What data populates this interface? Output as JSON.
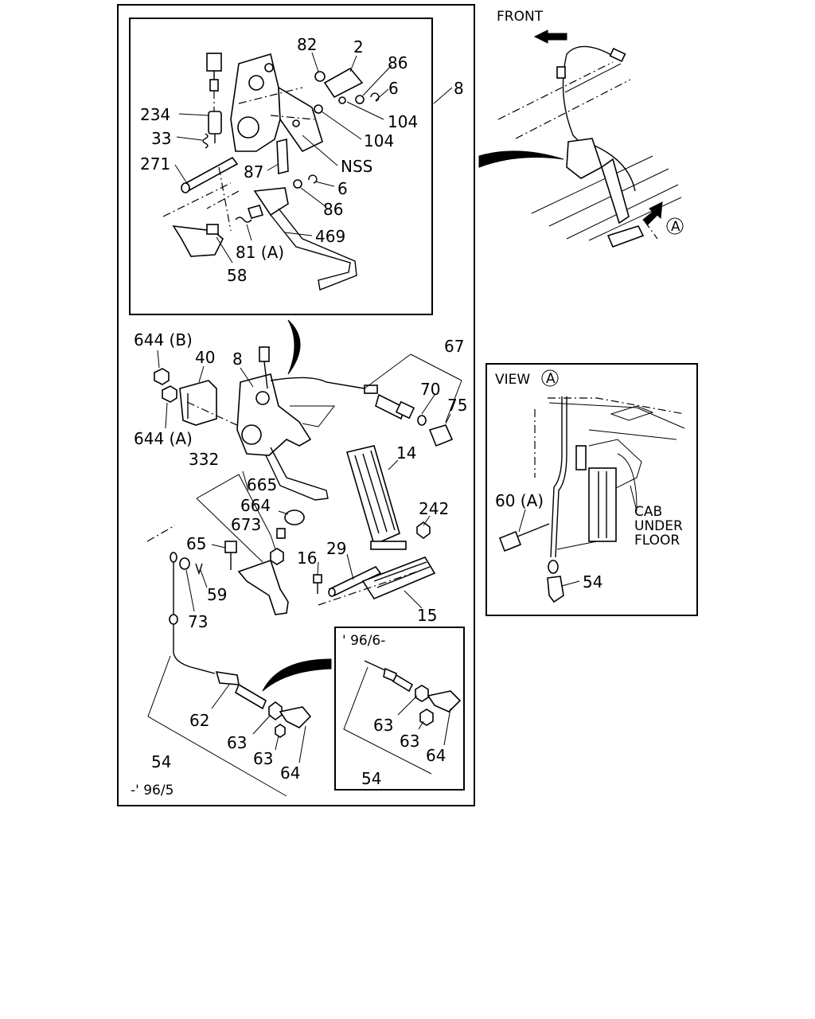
{
  "callouts": {
    "top_box": {
      "p82": "82",
      "p2": "2",
      "p86a": "86",
      "p6a": "6",
      "p104a": "104",
      "p104b": "104",
      "p234": "234",
      "p33": "33",
      "p271": "271",
      "p87": "87",
      "nss": "NSS",
      "p6b": "6",
      "p86b": "86",
      "p469": "469",
      "p81a": "81 (A)",
      "p58": "58",
      "p8": "8"
    },
    "middle": {
      "p644b": "644 (B)",
      "p40": "40",
      "p8b": "8",
      "p644a": "644 (A)",
      "p67": "67",
      "p70": "70",
      "p75": "75",
      "p332": "332",
      "p665": "665",
      "p664": "664",
      "p14": "14",
      "p673": "673",
      "p242": "242",
      "p65": "65",
      "p16": "16",
      "p29": "29",
      "p59": "59",
      "p73": "73",
      "p15": "15"
    },
    "cable_early": {
      "p62": "62",
      "p63a": "63",
      "p63b": "63",
      "p54": "54",
      "p64": "64",
      "date": "-' 96/5"
    },
    "cable_late": {
      "date": "' 96/6-",
      "p63a": "63",
      "p63b": "63",
      "p64": "64",
      "p54": "54"
    },
    "location": {
      "front": "FRONT",
      "view_marker": "A"
    },
    "view_a": {
      "title": "VIEW",
      "marker": "A",
      "p60a": "60 (A)",
      "cab_line1": "CAB",
      "cab_line2": "UNDER",
      "cab_line3": "FLOOR",
      "p54": "54"
    }
  }
}
